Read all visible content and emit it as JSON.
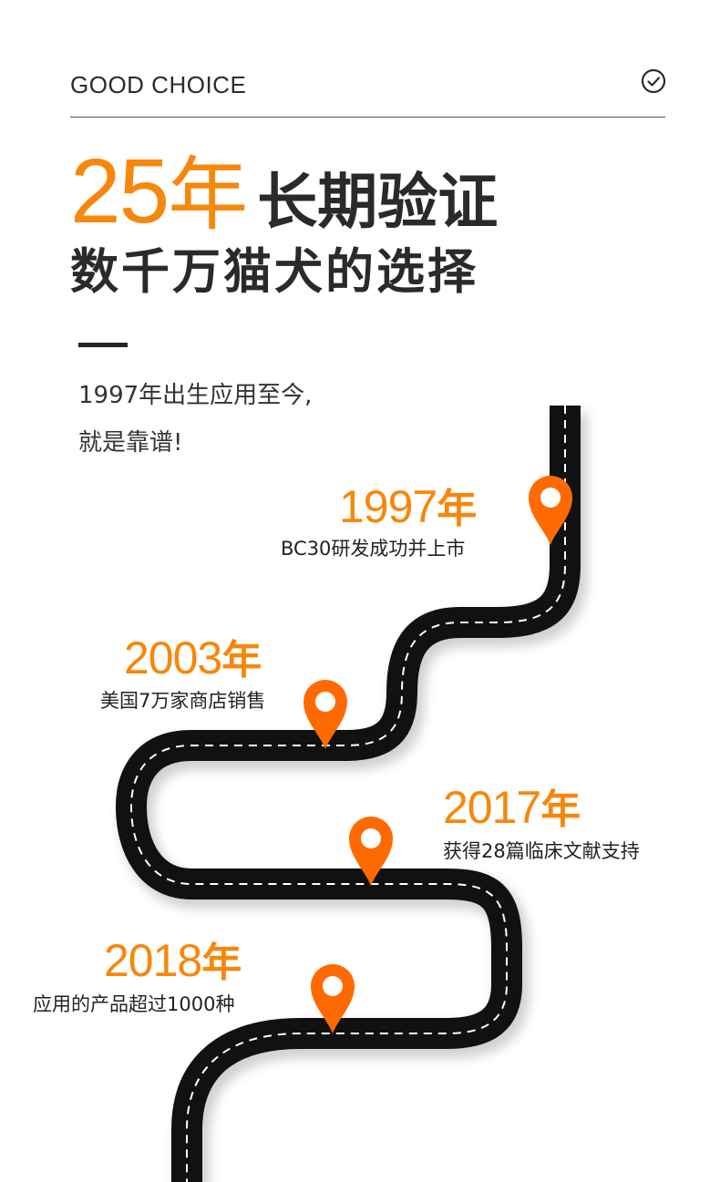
{
  "header": {
    "eyebrow": "GOOD CHOICE",
    "icon": "check-circle-icon"
  },
  "headline": {
    "number": "25",
    "unit": "年",
    "rest": "长期验证",
    "subline": "数千万猫犬的选择"
  },
  "intro": {
    "line1": "1997年出生应用至今,",
    "line2": "就是靠谱!"
  },
  "milestones": [
    {
      "year": "1997",
      "unit": "年",
      "desc": "BC30研发成功并上市"
    },
    {
      "year": "2003",
      "unit": "年",
      "desc": "美国7万家商店销售"
    },
    {
      "year": "2017",
      "unit": "年",
      "desc": "获得28篇临床文献支持"
    },
    {
      "year": "2018",
      "unit": "年",
      "desc": "应用的产品超过1000种"
    }
  ],
  "colors": {
    "accent": "#f7870b",
    "pin": "#ff6a00",
    "road": "#111111",
    "text": "#262626"
  }
}
